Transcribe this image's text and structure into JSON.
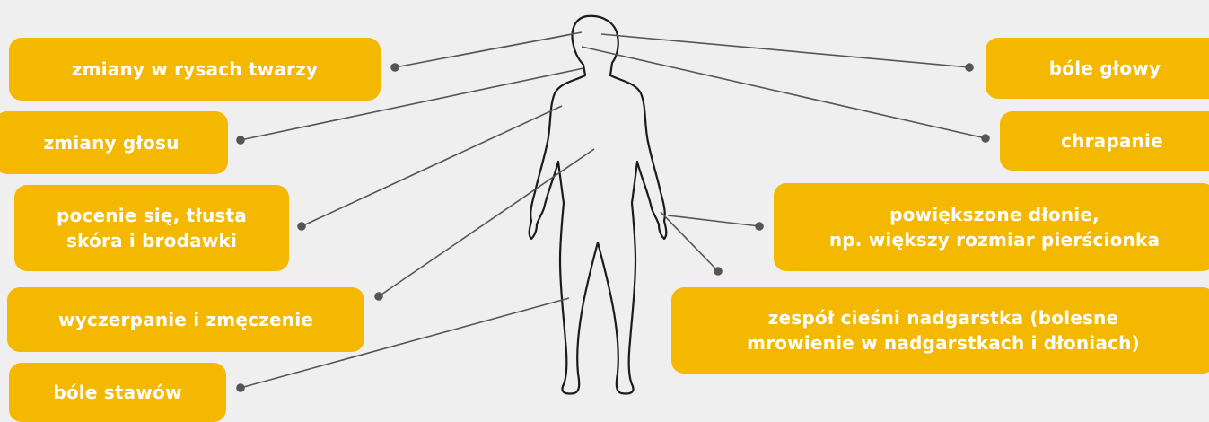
{
  "colors": {
    "background": "#efefef",
    "label_fill": "#f5b800",
    "label_text": "#ffffff",
    "line": "#555555",
    "body_outline": "#1a1a1a"
  },
  "labels": {
    "face": "zmiany w rysach twarzy",
    "voice": "zmiany głosu",
    "sweat": "pocenie się, tłusta\nskóra i brodawki",
    "tired": "wyczerpanie i zmęczenie",
    "joint": "bóle stawów",
    "headache": "bóle głowy",
    "snoring": "chrapanie",
    "hands": "powiększone dłonie,\nnp. większy rozmiar pierścionka",
    "carpal": "zespół cieśni nadgarstka (bolesne\nmrowienie w nadgarstkach i dłoniach)"
  }
}
